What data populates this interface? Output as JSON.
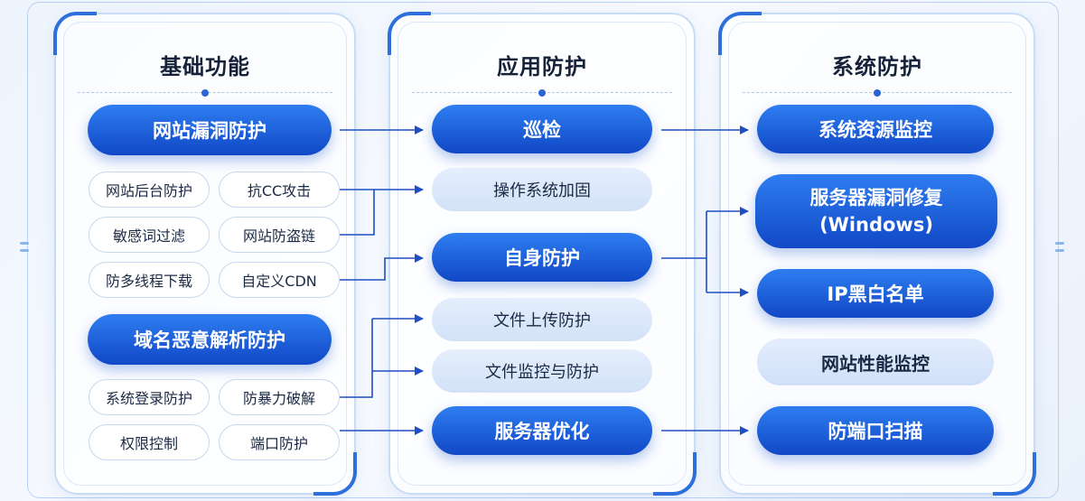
{
  "columns": {
    "basic": {
      "title": "基础功能",
      "group1": {
        "header": "网站漏洞防护",
        "items": [
          "网站后台防护",
          "抗CC攻击",
          "敏感词过滤",
          "网站防盗链",
          "防多线程下载",
          "自定义CDN"
        ]
      },
      "group2": {
        "header": "域名恶意解析防护",
        "items": [
          "系统登录防护",
          "防暴力破解",
          "权限控制",
          "端口防护"
        ]
      }
    },
    "app": {
      "title": "应用防护",
      "items": [
        "巡检",
        "操作系统加固",
        "自身防护",
        "文件上传防护",
        "文件监控与防护",
        "服务器优化"
      ]
    },
    "system": {
      "title": "系统防护",
      "items": [
        "系统资源监控",
        "服务器漏洞修复",
        "(Windows)",
        "IP黑白名单",
        "网站性能监控",
        "防端口扫描"
      ]
    }
  },
  "colors": {
    "accent": "#1f5fd6",
    "primary_top": "#2e7df0",
    "primary_bottom": "#1148c6",
    "secondary": "#dce8fa",
    "connector": "#1f4fc2",
    "title_text": "#16223a"
  }
}
